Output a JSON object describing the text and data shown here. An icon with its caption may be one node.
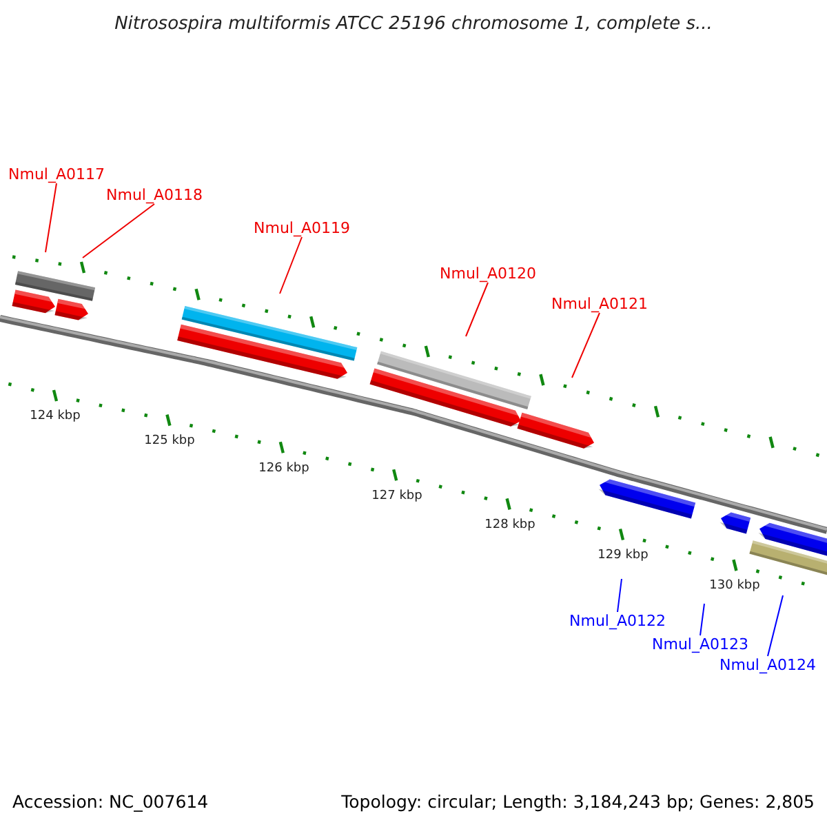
{
  "diagram": {
    "title": "Nitrosospira multiformis ATCC 25196 chromosome 1, complete s...",
    "nodes": [
      {
        "text": [
          "Nmul_A0117"
        ]
      },
      {
        "text": [
          "Nmul_A0118"
        ]
      },
      {
        "text": [
          "Nmul_A0119"
        ]
      },
      {
        "text": [
          "Nmul_A0120"
        ]
      },
      {
        "text": [
          "Nmul_A0121"
        ]
      },
      {
        "text": [
          "Nmul_A0122"
        ]
      },
      {
        "text": [
          "Nmul_A0123"
        ]
      },
      {
        "text": [
          "Nmul_A0124"
        ]
      }
    ],
    "edges": [
      {
        "from": 0,
        "to": null,
        "arrow": "none"
      },
      {
        "from": 1,
        "to": null,
        "arrow": "none"
      },
      {
        "from": 2,
        "to": null,
        "arrow": "none"
      },
      {
        "from": 3,
        "to": null,
        "arrow": "none"
      },
      {
        "from": 4,
        "to": null,
        "arrow": "none"
      },
      {
        "from": 5,
        "to": null,
        "arrow": "none",
        "color": "#0000ff"
      },
      {
        "from": 6,
        "to": null,
        "arrow": "none",
        "color": "#0000ff"
      },
      {
        "from": 7,
        "to": null,
        "arrow": "none",
        "color": "#0000ff"
      }
    ],
    "labels": [
      "124 kbp",
      "125 kbp",
      "126 kbp",
      "127 kbp",
      "128 kbp",
      "129 kbp",
      "130 kbp",
      "Accession: NC_007614",
      "Topology: circular; Length: 3,184,243 bp; Genes: 2,805"
    ]
  }
}
